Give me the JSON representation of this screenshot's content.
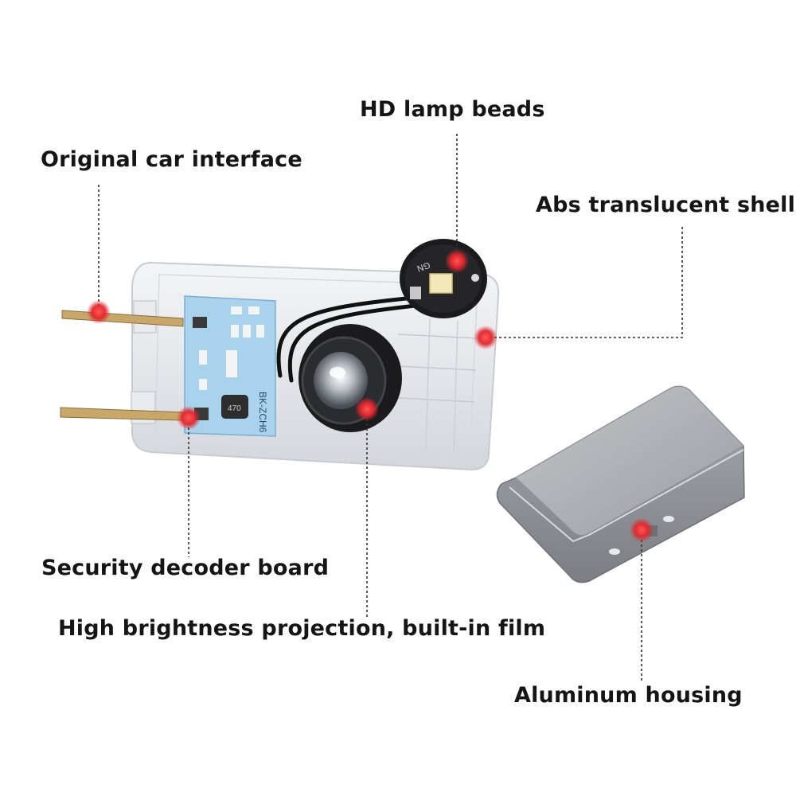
{
  "labels": {
    "hd_lamp_beads": "HD lamp beads",
    "original_car_interface": "Original car interface",
    "abs_translucent_shell": "Abs translucent shell",
    "security_decoder_board": "Security decoder board",
    "high_brightness_projection": "High brightness projection, built-in film",
    "aluminum_housing": "Aluminum housing"
  },
  "chip_marks": {
    "led_board": "GN",
    "decoder_board": "BK-ZCH6",
    "inductor": "470"
  },
  "colors": {
    "marker": "#e3262b",
    "leader_line": "#333333",
    "text": "#151515"
  }
}
